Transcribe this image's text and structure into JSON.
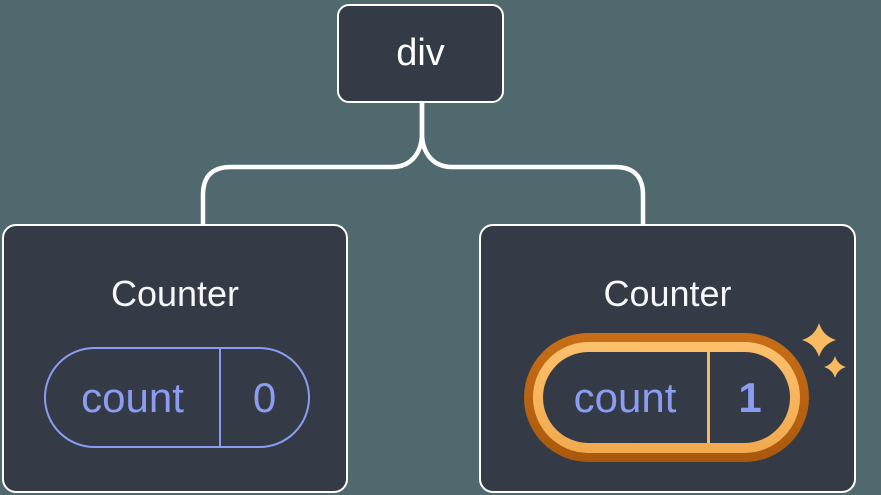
{
  "diagram": {
    "description": "React component tree: a div root with two Counter children; second Counter state is highlighted",
    "root": {
      "label": "div"
    },
    "children": [
      {
        "title": "Counter",
        "state_key": "count",
        "state_value": "0",
        "highlighted": false
      },
      {
        "title": "Counter",
        "state_key": "count",
        "state_value": "1",
        "highlighted": true
      }
    ],
    "colors": {
      "page_background": "#50696e",
      "node_background": "#343a46",
      "node_border": "#ffffff",
      "connector": "#ffffff",
      "state_accent_purple": "#8b9df0",
      "highlight_ring_outer": "#b2600f",
      "highlight_ring_inner": "#f9bb62",
      "sparkle": "#f9bb62",
      "title_text": "#f6f7f9"
    },
    "icons": {
      "sparkles": "two four-pointed sparkle stars marking updated state"
    }
  }
}
